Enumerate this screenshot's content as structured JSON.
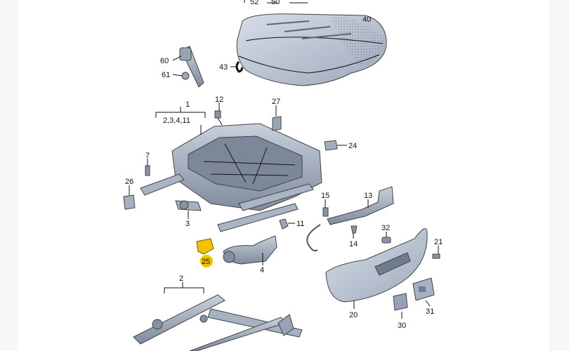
{
  "diagram": {
    "labels": {
      "p52": "52",
      "p50": "50",
      "p40": "40",
      "p60": "60",
      "p61": "61",
      "p43": "43",
      "p12": "12",
      "p27": "27",
      "p1": "1",
      "p1_sub": "2,3,4,11",
      "p24": "24",
      "p7": "7",
      "p26": "26",
      "p15": "15",
      "p13": "13",
      "p3": "3",
      "p11": "11",
      "p32": "32",
      "p14": "14",
      "p21": "21",
      "p25": "25",
      "p4": "4",
      "p2": "2",
      "p20": "20",
      "p31": "31",
      "p30": "30"
    },
    "highlight_color": "#f2c200",
    "part_color": "#b9c4d3"
  }
}
